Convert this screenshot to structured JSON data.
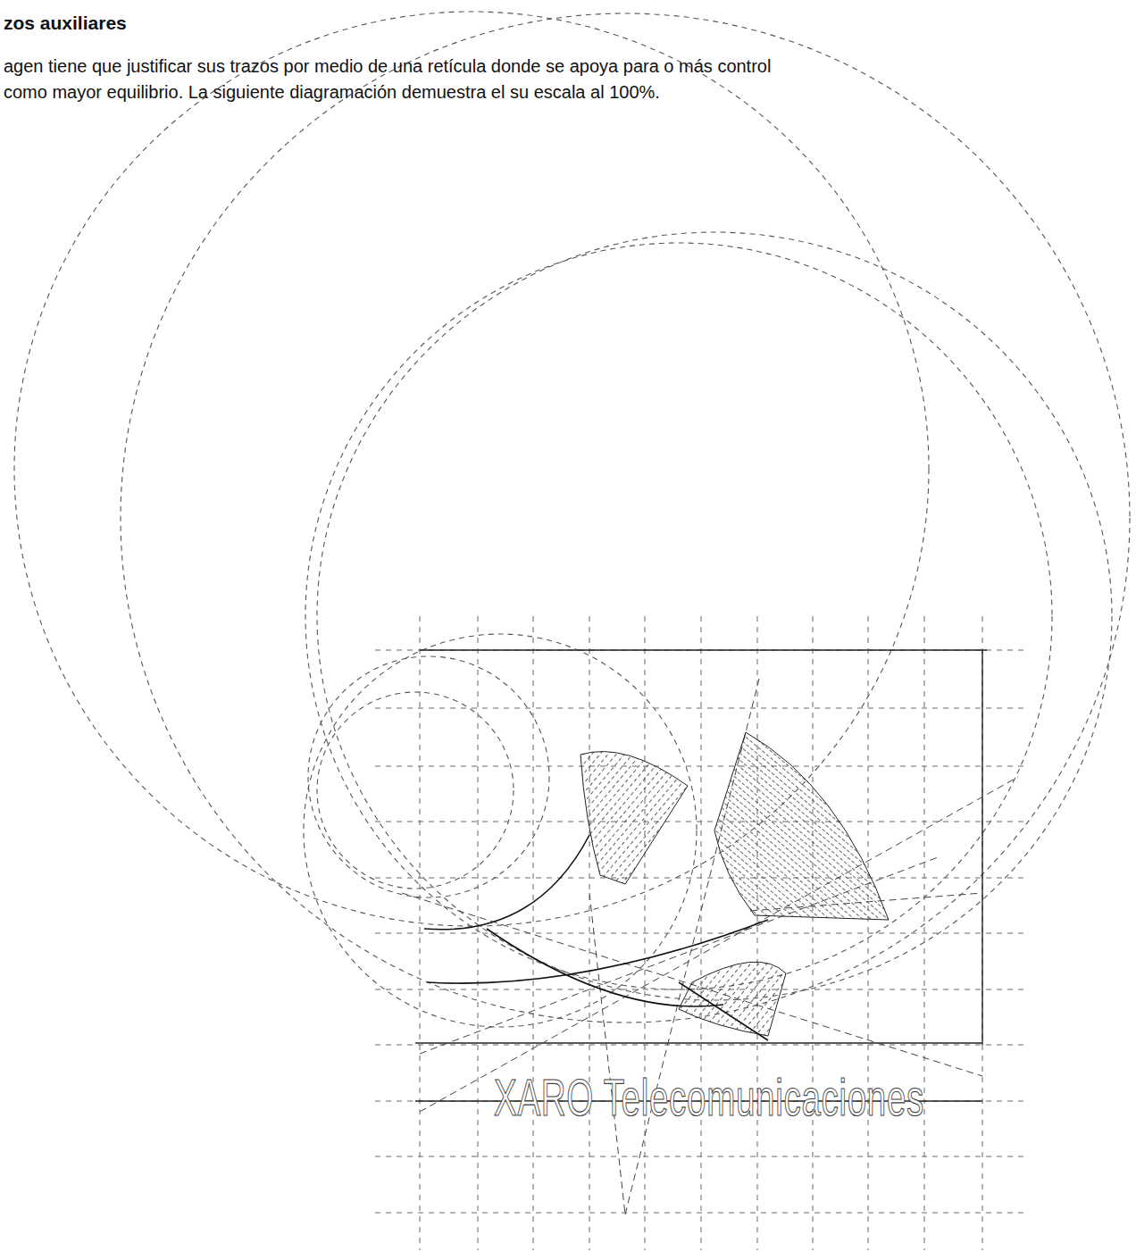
{
  "diagram": {
    "title": "zos auxiliares",
    "labels": [
      "agen tiene que justificar sus trazos por medio de una retícula donde se apoya para o más control como mayor equilibrio. La siguiente diagramación demuestra el su escala al 100%.",
      "XARO Telecomunicaciones"
    ]
  }
}
